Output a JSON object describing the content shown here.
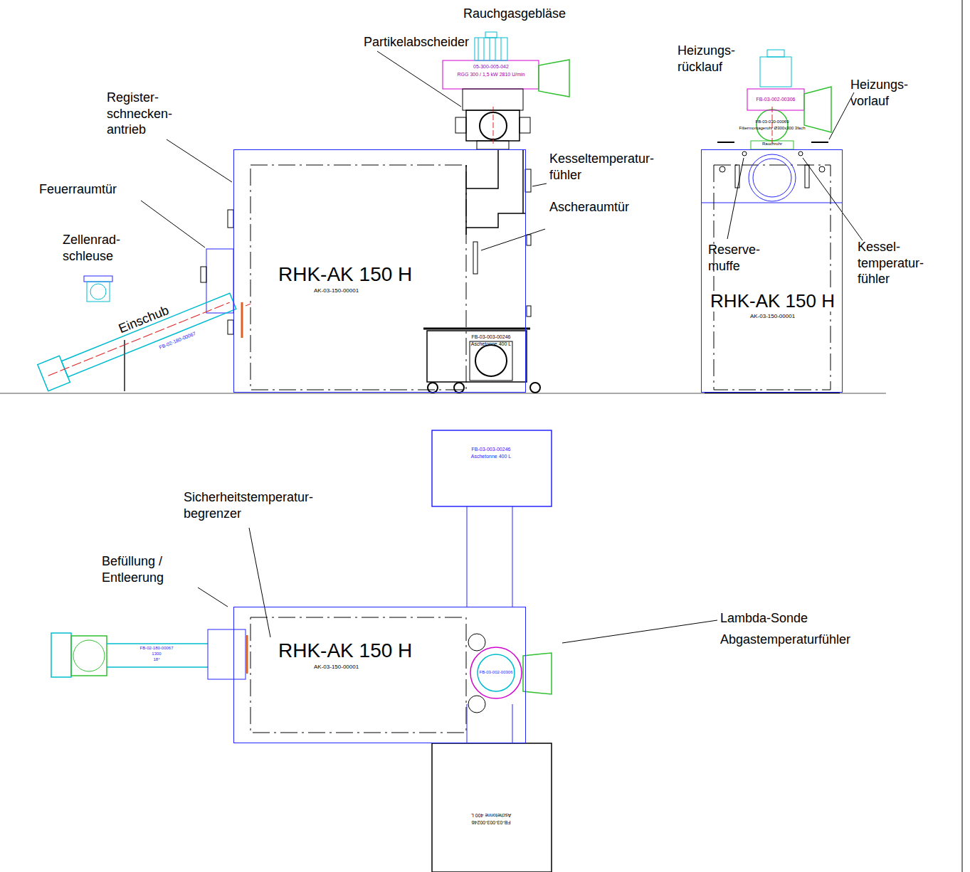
{
  "diagram": {
    "nodes": [
      {
        "text": [
          "RHK-AK 150 H",
          "AK-03-150-00001"
        ]
      },
      {
        "text": [
          "RHK-AK 150 H",
          "AK-03-150-00001"
        ]
      },
      {
        "text": [
          "RHK-AK 150 H",
          "AK-03-150-00001"
        ]
      }
    ],
    "labels": [
      "Rauchgasgebläse",
      "Partikelabscheider",
      "Register- schnecken- antrieb",
      "Feuerraumtür",
      "Zellenrad- schleuse",
      "Einschub",
      "05-300-005-042",
      "RGG 300 / 1,5 kW 2810 U/min",
      "Kesseltemperatur- fühler",
      "Ascheraumtür",
      "FB-03-003-00246",
      "Aschetonne 400 L",
      "FB-02-180-00067",
      "Heizungs- rücklauf",
      "Heizungs- vorlauf",
      "FB-03-002-00306",
      "FB-03-030-00069",
      "Filtermontagerohr Ø300x300 3fach",
      "Rauchrohr",
      "Reserve- muffe",
      "Kessel- temperatur- fühler",
      "Sicherheitstemperatur- begrenzer",
      "Befüllung / Entleerung",
      "Lambda-Sonde",
      "Abgastemperaturfühler",
      "FB-03-003-00246",
      "Aschetonne 400 L",
      "FB-02-180-00067",
      "1300",
      "18°",
      "FB-03-002-00306",
      "FB-03-003-00246",
      "Aschetonne 400 L"
    ]
  }
}
